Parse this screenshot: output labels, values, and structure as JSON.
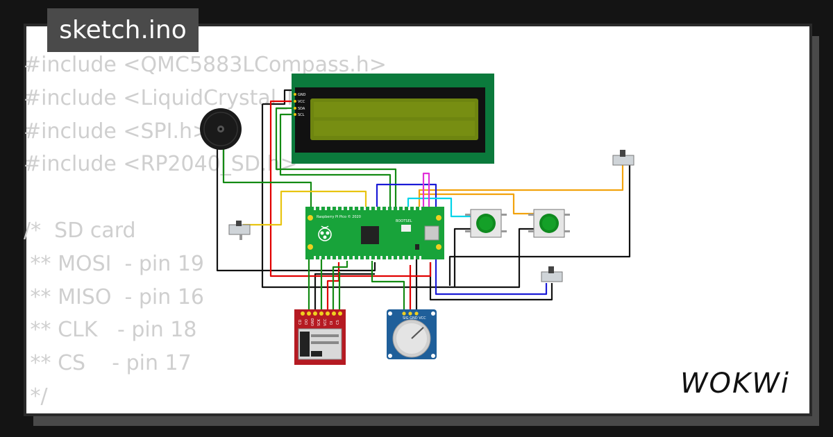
{
  "title": "sketch.ino",
  "code_lines": [
    "#include <QMC5883LCompass.h>",
    "#include <LiquidCrystal_I2C.h>",
    "#include <SPI.h>",
    "#include <RP2040_SD.h>",
    "",
    "/*  SD card",
    " ** MOSI  - pin 19",
    " ** MISO  - pin 16",
    " ** CLK   - pin 18",
    " ** CS    - pin 17",
    " */"
  ],
  "logo": {
    "text": "WOKWi"
  },
  "lcd": {
    "pins": [
      "GND",
      "VCC",
      "SDA",
      "SCL"
    ]
  },
  "pico": {
    "label": "Raspberry Pi Pico © 2020",
    "bootsel": "BOOTSEL"
  },
  "sd_card": {
    "pins": [
      "CD",
      "DO",
      "GND",
      "SCK",
      "VCC",
      "DI",
      "CS"
    ]
  },
  "pot": {
    "pins": [
      "SIG",
      "GND",
      "VCC"
    ]
  },
  "colors": {
    "wire_black": "#111111",
    "wire_red": "#e10000",
    "wire_green": "#138a13",
    "wire_blue": "#1a1ad6",
    "wire_yellow": "#e8c410",
    "wire_orange": "#f2a20c",
    "wire_cyan": "#00d4e8",
    "wire_magenta": "#e030d8",
    "pico_green": "#18a33a",
    "lcd_board": "#0b7a3c",
    "lcd_screen": "#6e8510",
    "sd_red": "#b51a22",
    "pot_blue": "#1f5f9a",
    "button_green": "#0f8a1f"
  }
}
